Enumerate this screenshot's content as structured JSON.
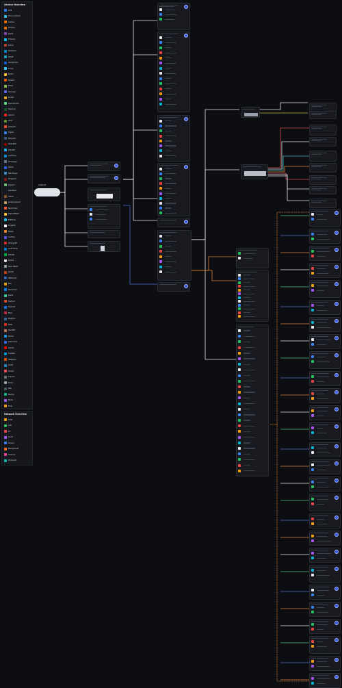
{
  "sidebar_services": {
    "title": "Service Overview",
    "items": [
      {
        "name": "Unifi",
        "color": "#2f80ed"
      },
      {
        "name": "Home Assistant",
        "color": "#41bdf5"
      },
      {
        "name": "Grafana",
        "color": "#f46800"
      },
      {
        "name": "Proxmox",
        "color": "#e57000"
      },
      {
        "name": "Jellyfin",
        "color": "#8e44ad"
      },
      {
        "name": "Portainer",
        "color": "#13bef9"
      },
      {
        "name": "Pi-hole",
        "color": "#c0392b"
      },
      {
        "name": "Nextcloud",
        "color": "#0082c9"
      },
      {
        "name": "Traefik",
        "color": "#24a1c1"
      },
      {
        "name": "Vaultwarden",
        "color": "#175ddc"
      },
      {
        "name": "Sonarr",
        "color": "#35c5f4"
      },
      {
        "name": "Radarr",
        "color": "#ffc230"
      },
      {
        "name": "Prowlarr",
        "color": "#e66000"
      },
      {
        "name": "Bazarr",
        "color": "#8bc34a"
      },
      {
        "name": "Overseerr",
        "color": "#6366f1"
      },
      {
        "name": "Tautulli",
        "color": "#e5a00d"
      },
      {
        "name": "Uptime Kuma",
        "color": "#5cdd8b"
      },
      {
        "name": "Paperless",
        "color": "#17541f"
      },
      {
        "name": "Immich",
        "color": "#fa2921"
      },
      {
        "name": "Gitea",
        "color": "#609926"
      },
      {
        "name": "Authentik",
        "color": "#fd4b2d"
      },
      {
        "name": "Frigate",
        "color": "#3b82f6"
      },
      {
        "name": "Mosquitto",
        "color": "#3c5280"
      },
      {
        "name": "Node-RED",
        "color": "#8f0000"
      },
      {
        "name": "InfluxDB",
        "color": "#22adf6"
      },
      {
        "name": "Syncthing",
        "color": "#0891d1"
      },
      {
        "name": "Homepage",
        "color": "#64748b"
      },
      {
        "name": "Dozzle",
        "color": "#2563eb"
      },
      {
        "name": "Watchtower",
        "color": "#3e8ed0"
      },
      {
        "name": "Wireguard",
        "color": "#88171a"
      },
      {
        "name": "Adguard",
        "color": "#68bc71"
      },
      {
        "name": "Speedtest",
        "color": "#141526"
      },
      {
        "name": "Calibre",
        "color": "#8b5a2b"
      },
      {
        "name": "Audiobookshelf",
        "color": "#c69c6d"
      },
      {
        "name": "Nginx Proxy",
        "color": "#f15833"
      },
      {
        "name": "Zigbee2MQTT",
        "color": "#ffc135"
      },
      {
        "name": "ESPHome",
        "color": "#18bcf2"
      },
      {
        "name": "Scrypted",
        "color": "#ffffff"
      },
      {
        "name": "Mealie",
        "color": "#e58325"
      },
      {
        "name": "Linkding",
        "color": "#5856e0"
      },
      {
        "name": "Stirling PDF",
        "color": "#d32f2f"
      },
      {
        "name": "Code Server",
        "color": "#007acc"
      },
      {
        "name": "Netdata",
        "color": "#00ab44"
      },
      {
        "name": "Ollama",
        "color": "#dddddd"
      },
      {
        "name": "Open WebUI",
        "color": "#9ca3af"
      },
      {
        "name": "Jackett",
        "color": "#c2410c"
      },
      {
        "name": "qBittorrent",
        "color": "#2f67ba"
      },
      {
        "name": "Plex",
        "color": "#e5a00d"
      },
      {
        "name": "Navidrome",
        "color": "#0084ff"
      },
      {
        "name": "Kavita",
        "color": "#4ac694"
      },
      {
        "name": "Firefly III",
        "color": "#cd5029"
      },
      {
        "name": "Duplicati",
        "color": "#1a73e8"
      },
      {
        "name": "Minio",
        "color": "#c72c48"
      },
      {
        "name": "Postgres",
        "color": "#336791"
      },
      {
        "name": "Redis",
        "color": "#d82c20"
      },
      {
        "name": "MariaDB",
        "color": "#c0765a"
      },
      {
        "name": "Docker",
        "color": "#2496ed"
      },
      {
        "name": "Kubernetes",
        "color": "#326ce5"
      },
      {
        "name": "Ansible",
        "color": "#ee0000"
      },
      {
        "name": "TrueNAS",
        "color": "#0095d5"
      },
      {
        "name": "OPNsense",
        "color": "#d94f00"
      },
      {
        "name": "Caddy",
        "color": "#1f88c0"
      },
      {
        "name": "Homarr",
        "color": "#fa5252"
      },
      {
        "name": "Scanner",
        "color": "#6b7280"
      },
      {
        "name": "Printer",
        "color": "#9ca3af"
      },
      {
        "name": "NAS",
        "color": "#4b5563"
      },
      {
        "name": "Backup",
        "color": "#10b981"
      },
      {
        "name": "Media",
        "color": "#a855f7"
      },
      {
        "name": "Proxy",
        "color": "#f59e0b"
      },
      {
        "name": "DNS",
        "color": "#06b6d4"
      }
    ]
  },
  "sidebar_network": {
    "title": "Network Overview",
    "items": [
      {
        "name": "VLAN",
        "color": "#f59e0b"
      },
      {
        "name": "LAN",
        "color": "#22c55e"
      },
      {
        "name": "IoT",
        "color": "#ef4444"
      },
      {
        "name": "Guest",
        "color": "#a855f7"
      },
      {
        "name": "Servers",
        "color": "#3b82f6"
      },
      {
        "name": "Management",
        "color": "#f97316"
      },
      {
        "name": "Cameras",
        "color": "#ec4899"
      },
      {
        "name": "WireGuard",
        "color": "#14b8a6"
      },
      {
        "name": "DMZ",
        "color": "#eab308"
      },
      {
        "name": "Storage",
        "color": "#6366f1"
      }
    ]
  },
  "internet_label": "Internet",
  "colors": {
    "white": "#e8eaee",
    "blue": "#4a6fd1",
    "orange": "#d9823b",
    "red": "#d14a4a",
    "teal": "#4ab3b8",
    "green": "#4ab870",
    "yellow": "#d1b84a",
    "purple": "#8a5ad1"
  }
}
